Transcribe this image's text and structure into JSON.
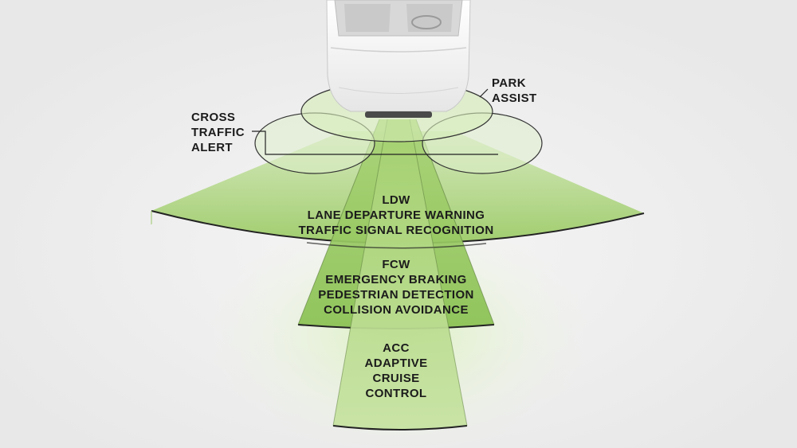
{
  "labels": {
    "park_assist": [
      "PARK",
      "ASSIST"
    ],
    "cross_traffic": [
      "CROSS",
      "TRAFFIC",
      "ALERT"
    ],
    "ldw": [
      "LDW",
      "LANE DEPARTURE WARNING",
      "TRAFFIC SIGNAL RECOGNITION"
    ],
    "fcw": [
      "FCW",
      "EMERGENCY BRAKING",
      "PEDESTRIAN DETECTION",
      "COLLISION AVOIDANCE"
    ],
    "acc": [
      "ACC",
      "ADAPTIVE",
      "CRUISE",
      "CONTROL"
    ]
  },
  "colors": {
    "background": "#efefef",
    "zone_fill": "#a9d37a",
    "zone_fill_dark": "#8fc25c",
    "zone_edge": "#222222",
    "car_body": "#ffffff",
    "text": "#1b1b1b"
  },
  "icons": {
    "vehicle": "car-top-view-icon"
  }
}
